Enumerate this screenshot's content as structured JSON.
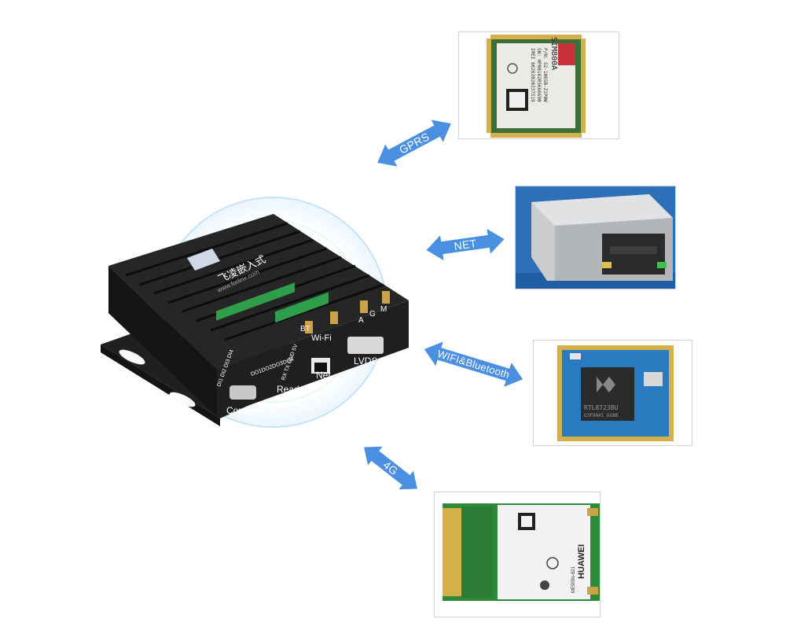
{
  "device": {
    "brand_logo_text": "飞凌嵌入式",
    "website_text": "www.forlinx.com",
    "port_labels": {
      "console": "Console",
      "reader": "Reader",
      "net": "Net",
      "lvds": "LVDS",
      "wifi": "Wi-Fi",
      "bt": "BT",
      "antenna_a": "A",
      "antenna_g": "G",
      "antenna_m": "M",
      "do_labels": "DO1DO2DO3DO4",
      "di_labels": "DI1 DI2 DI3 DI4",
      "reader_pins": "RX TX GND 5V"
    }
  },
  "connections": [
    {
      "id": "gprs",
      "label": "GPRS"
    },
    {
      "id": "net",
      "label": "NET"
    },
    {
      "id": "wifi",
      "label": "WIFI&Bluetooth"
    },
    {
      "id": "4g",
      "label": "4G"
    }
  ],
  "modules": {
    "gprs": {
      "chip_label": "SIM800A",
      "pn": "P/N: S2-1065B-Z1P0W",
      "sn": "SN: HP00162R5666690",
      "imei": "IMEI 86262020337519"
    },
    "net": {
      "description": "RJ45 Ethernet jack"
    },
    "wifi": {
      "chip_label": "RTL8723BU",
      "sub_label": "G3F9841 GG8B"
    },
    "lte": {
      "brand": "HUAWEI",
      "model": "ME909s-821"
    }
  },
  "colors": {
    "arrow_blue": "#4a8fe0",
    "device_body": "#1c1c1c",
    "terminal_green": "#2f9e4a",
    "pcb_blue": "#2a7ac0",
    "pcb_green": "#3f6f3a",
    "chip_red": "#c8323a"
  }
}
